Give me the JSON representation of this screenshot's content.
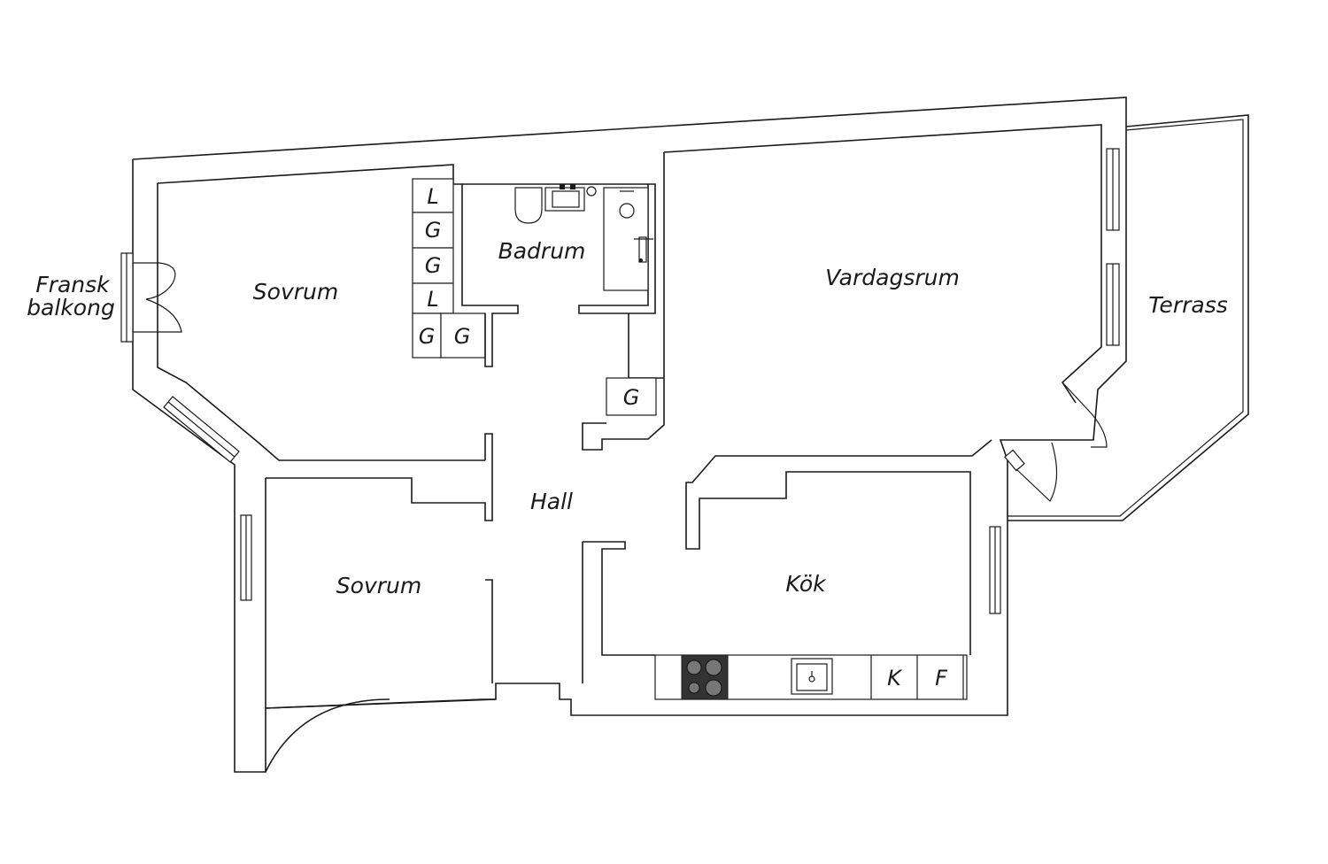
{
  "rooms": {
    "fransk_balkong_line1": "Fransk",
    "fransk_balkong_line2": "balkong",
    "sovrum_top": "Sovrum",
    "badrum": "Badrum",
    "vardagsrum": "Vardagsrum",
    "terrass": "Terrass",
    "hall": "Hall",
    "sovrum_bottom": "Sovrum",
    "kok": "Kök"
  },
  "storage": {
    "closet_1": "L",
    "closet_2": "G",
    "closet_3": "G",
    "closet_4": "L",
    "closet_5": "G",
    "closet_6": "G",
    "hall_closet": "G"
  },
  "kitchen": {
    "fridge_k": "K",
    "freezer_f": "F"
  },
  "colors": {
    "line": "#1a1a1a",
    "background": "#ffffff",
    "stove": "#333333"
  }
}
